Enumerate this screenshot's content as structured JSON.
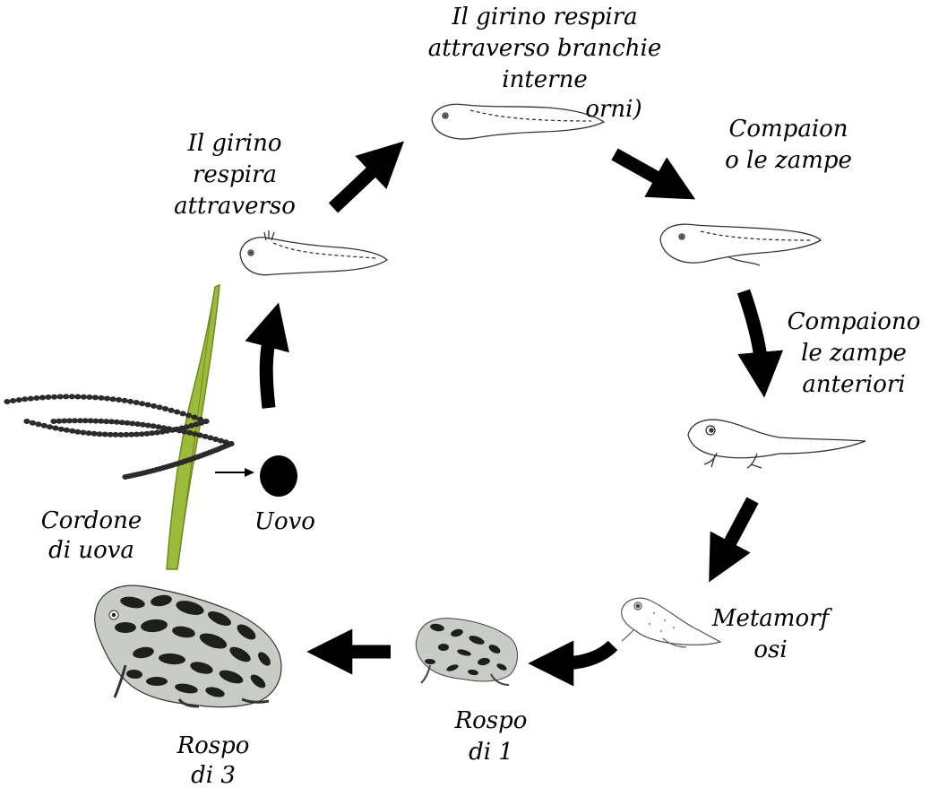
{
  "labels": {
    "tadpole_external_gills": [
      "Il girino",
      "respira",
      "attraverso"
    ],
    "tadpole_internal_gills": [
      "Il girino respira",
      "attraverso branchie",
      "interne",
      "orni)"
    ],
    "hind_legs": [
      "Compaion",
      "o le zampe"
    ],
    "front_legs": [
      "Compaiono",
      "le zampe",
      "anteriori"
    ],
    "metamorphosis": [
      "Metamorf",
      "osi"
    ],
    "toad_1_year": [
      "Rospo",
      "di 1"
    ],
    "toad_3_years": [
      "Rospo",
      "di 3"
    ],
    "egg": "Uovo",
    "egg_string": [
      "Cordone",
      "di uova"
    ]
  },
  "colors": {
    "arrow": "#000000",
    "grass": "#9dbb3a",
    "grass_edge": "#6e8a22",
    "toad_skin": "#c9ccc6",
    "toad_spots": "#1e1f1c",
    "eggs": "#2b2b2b"
  }
}
